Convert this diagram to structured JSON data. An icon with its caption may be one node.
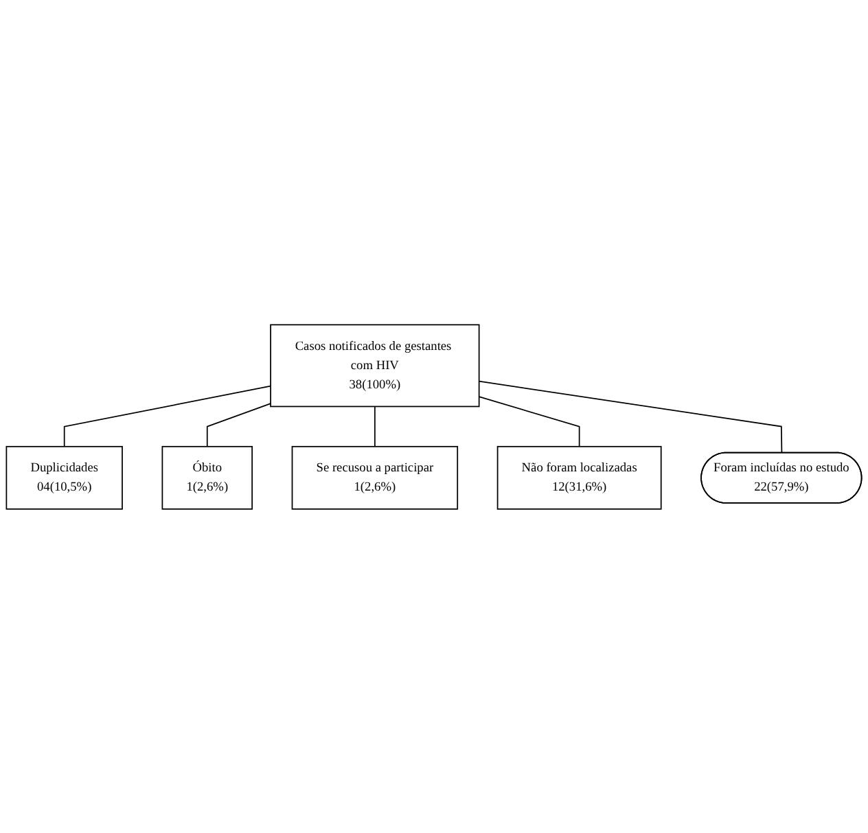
{
  "diagram": {
    "nodes": [
      {
        "text": [
          "Casos notificados de gestantes com HIV",
          "38(100%)"
        ]
      },
      {
        "text": [
          "Duplicidades",
          "04(10,5%)"
        ]
      },
      {
        "text": [
          "Óbito",
          "1(2,6%)"
        ]
      },
      {
        "text": [
          "Se recusou a participar",
          "1(2,6%)"
        ]
      },
      {
        "text": [
          "Não foram localizadas",
          "12(31,6%)"
        ]
      },
      {
        "text": [
          "Foram incluídas no estudo",
          "22(57,9%)"
        ]
      }
    ],
    "edges": [
      {
        "from": 0,
        "to": 1,
        "arrow": "none"
      },
      {
        "from": 0,
        "to": 2,
        "arrow": "none"
      },
      {
        "from": 0,
        "to": 3,
        "arrow": "none"
      },
      {
        "from": 0,
        "to": 4,
        "arrow": "none"
      },
      {
        "from": 0,
        "to": 5,
        "arrow": "none"
      }
    ]
  }
}
